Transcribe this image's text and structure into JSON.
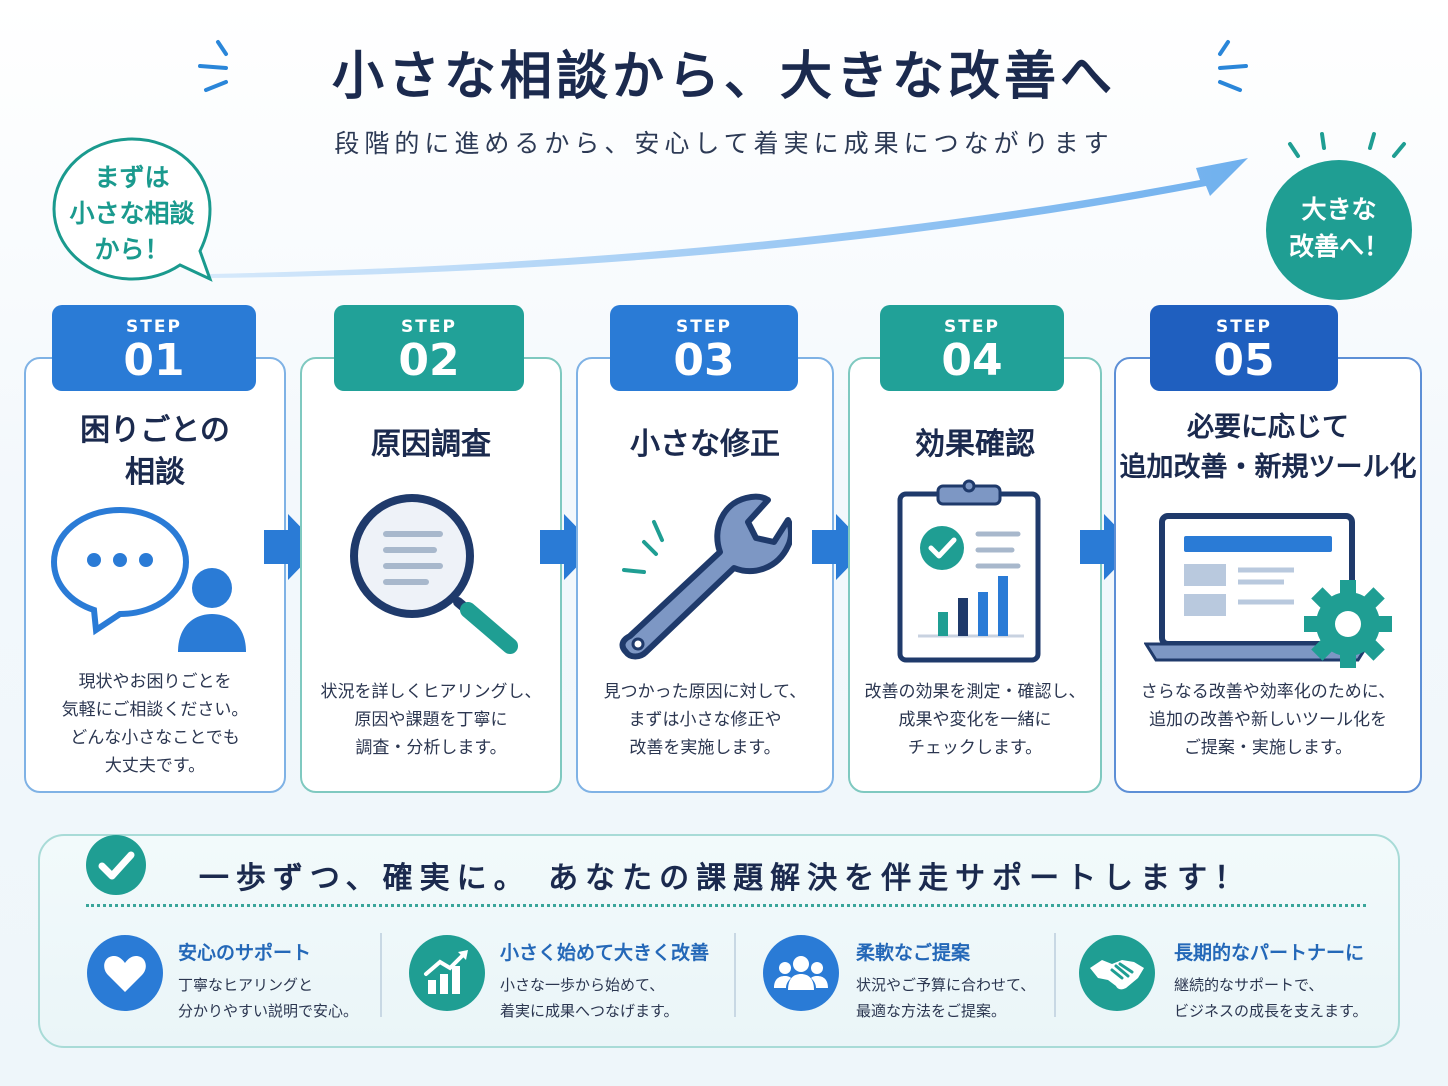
{
  "header": {
    "title": "小さな相談から、大きな改善へ",
    "subtitle": "段階的に進めるから、安心して着実に成果につながります"
  },
  "start_bubble": {
    "line1": "まずは",
    "line2": "小さな相談",
    "line3": "から！"
  },
  "goal_badge": {
    "line1": "大きな",
    "line2": "改善へ！"
  },
  "steps": [
    {
      "label": "STEP",
      "number": "01",
      "title_line1": "困りごとの",
      "title_line2": "相談",
      "icon": "chat-bubble-person-icon",
      "desc": [
        "現状やお困りごとを",
        "気軽にご相談ください。",
        "どんな小さなことでも",
        "大丈夫です。"
      ]
    },
    {
      "label": "STEP",
      "number": "02",
      "title_line1": "原因調査",
      "title_line2": "",
      "icon": "magnifier-icon",
      "desc": [
        "状況を詳しくヒアリングし、",
        "原因や課題を丁寧に",
        "調査・分析します。"
      ]
    },
    {
      "label": "STEP",
      "number": "03",
      "title_line1": "小さな修正",
      "title_line2": "",
      "icon": "wrench-icon",
      "desc": [
        "見つかった原因に対して、",
        "まずは小さな修正や",
        "改善を実施します。"
      ]
    },
    {
      "label": "STEP",
      "number": "04",
      "title_line1": "効果確認",
      "title_line2": "",
      "icon": "clipboard-chart-icon",
      "desc": [
        "改善の効果を測定・確認し、",
        "成果や変化を一緒に",
        "チェックします。"
      ]
    },
    {
      "label": "STEP",
      "number": "05",
      "title_line1": "必要に応じて",
      "title_line2": "追加改善・新規ツール化",
      "icon": "laptop-gear-icon",
      "desc": [
        "さらなる改善や効率化のために、",
        "追加の改善や新しいツール化を",
        "ご提案・実施します。"
      ]
    }
  ],
  "bottom": {
    "tagline": "一歩ずつ、確実に。 あなたの課題解決を伴走サポートします！",
    "features": [
      {
        "icon": "heart-icon",
        "title": "安心のサポート",
        "desc": [
          "丁寧なヒアリングと",
          "分かりやすい説明で安心。"
        ]
      },
      {
        "icon": "growth-chart-icon",
        "title": "小さく始めて大きく改善",
        "desc": [
          "小さな一歩から始めて、",
          "着実に成果へつなげます。"
        ]
      },
      {
        "icon": "people-icon",
        "title": "柔軟なご提案",
        "desc": [
          "状況やご予算に合わせて、",
          "最適な方法をご提案。"
        ]
      },
      {
        "icon": "handshake-icon",
        "title": "長期的なパートナーに",
        "desc": [
          "継続的なサポートで、",
          "ビジネスの成長を支えます。"
        ]
      }
    ]
  },
  "colors": {
    "navy": "#1b2a4e",
    "blue": "#2a7bd6",
    "teal": "#1f9e93",
    "deep_blue": "#1f5fbf",
    "light_blue": "#7fb2e5"
  }
}
